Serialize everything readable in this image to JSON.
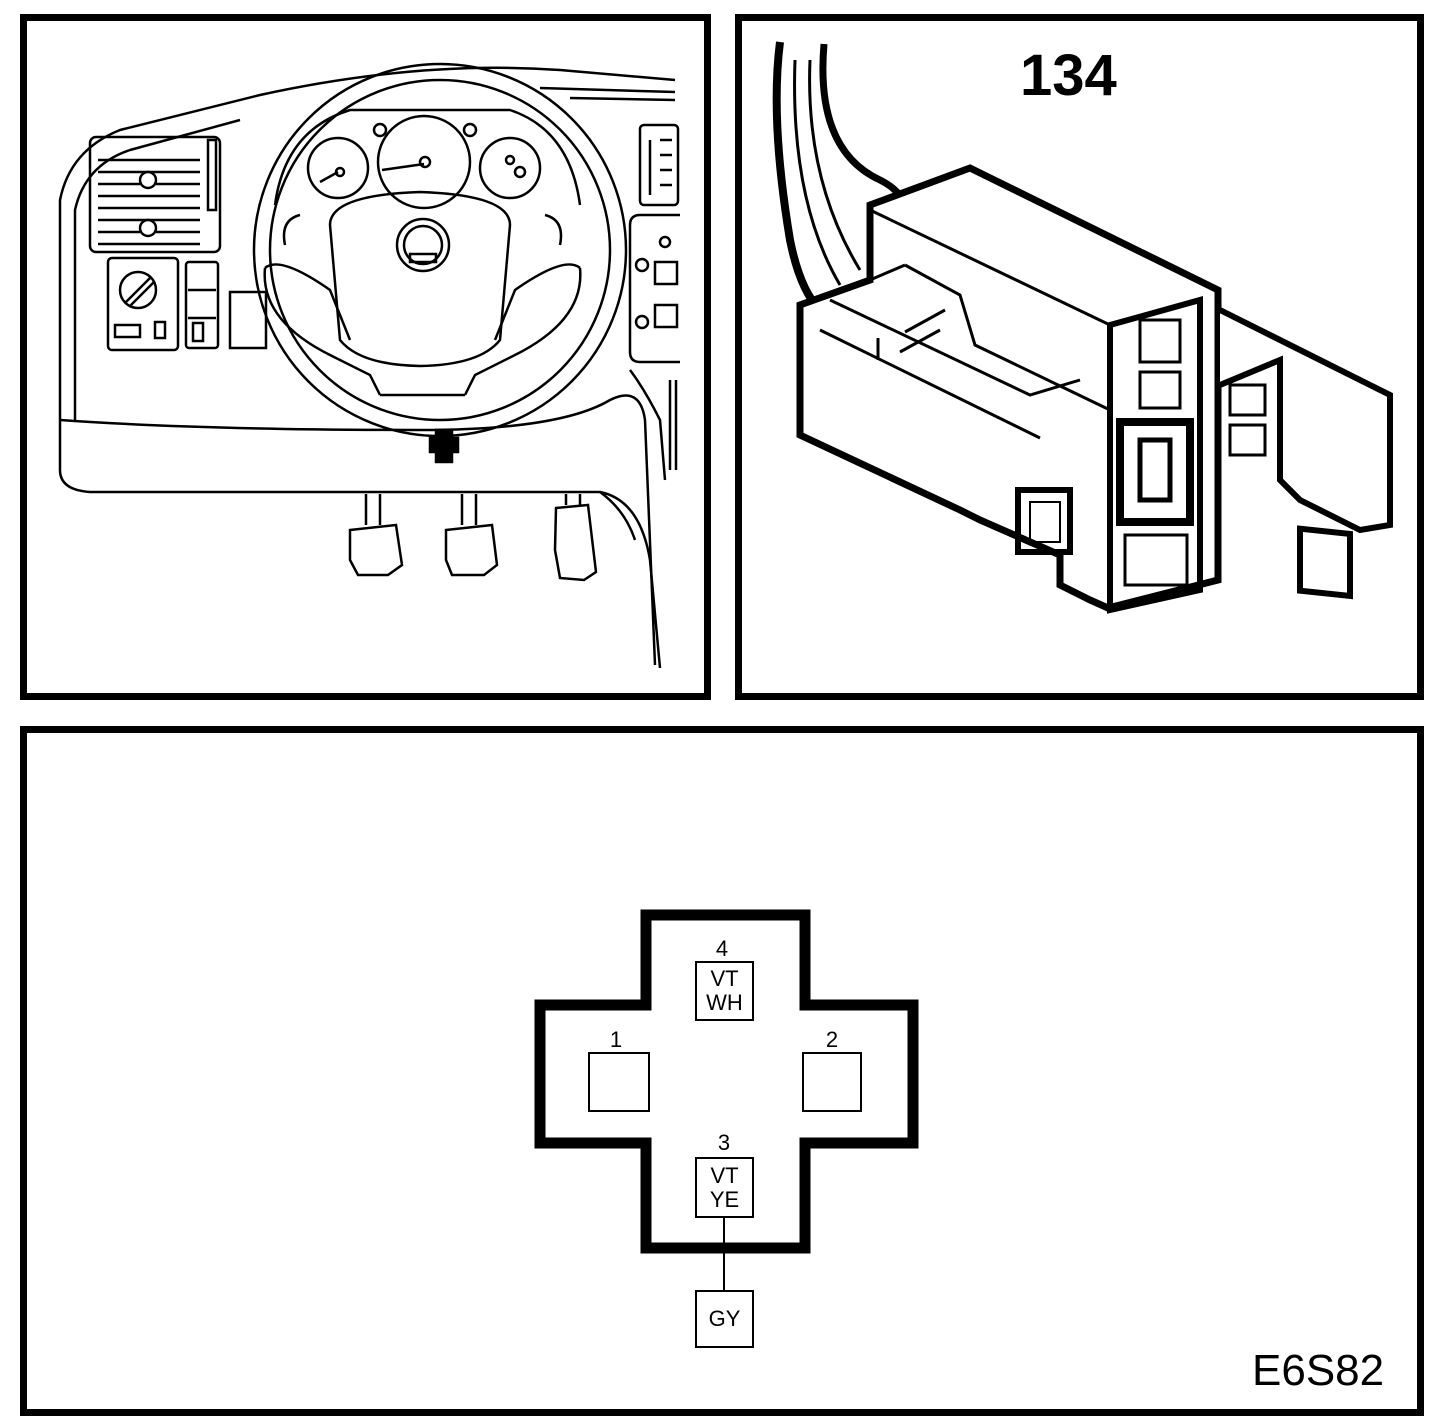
{
  "connector": {
    "number": "134"
  },
  "figure_code": "E6S82",
  "pins": [
    {
      "pin": "1",
      "colors": []
    },
    {
      "pin": "2",
      "colors": []
    },
    {
      "pin": "3",
      "colors": [
        "VT",
        "YE"
      ]
    },
    {
      "pin": "4",
      "colors": [
        "VT",
        "WH"
      ]
    }
  ],
  "splice": {
    "color": "GY"
  }
}
